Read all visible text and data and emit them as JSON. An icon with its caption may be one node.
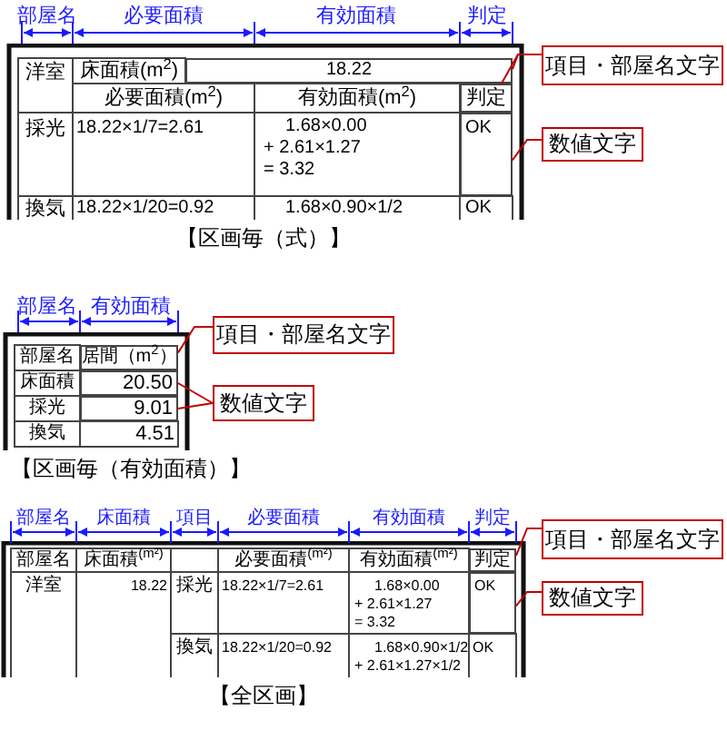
{
  "diagram": {
    "nodes": [
      {
        "text": [
          "項目・部屋名文字"
        ]
      },
      {
        "text": [
          "数値文字"
        ]
      },
      {
        "text": [
          "項目・部屋名文字"
        ]
      },
      {
        "text": [
          "数値文字"
        ]
      },
      {
        "text": [
          "項目・部屋名文字"
        ]
      },
      {
        "text": [
          "数値文字"
        ]
      },
      {
        "text": [
          "18.22"
        ]
      },
      {
        "text": [
          "判定"
        ]
      },
      {
        "text": [
          "OK"
        ]
      },
      {
        "text": [
          "居間（m$^{2}$）"
        ]
      },
      {
        "text": [
          "20.50"
        ]
      },
      {
        "text": [
          "9.01"
        ]
      },
      {
        "text": [
          "判定"
        ]
      },
      {
        "text": [
          "OK"
        ]
      }
    ],
    "edges": [
      {
        "from": 0,
        "to": 6,
        "arrow": "none"
      },
      {
        "from": 0,
        "to": 7,
        "arrow": "none"
      },
      {
        "from": 1,
        "to": 8,
        "arrow": "none"
      },
      {
        "from": 2,
        "to": 9,
        "arrow": "none"
      },
      {
        "from": 3,
        "to": 10,
        "arrow": "none"
      },
      {
        "from": 3,
        "to": 11,
        "arrow": "none"
      },
      {
        "from": 4,
        "to": 12,
        "arrow": "none"
      },
      {
        "from": 5,
        "to": 13,
        "arrow": "none"
      }
    ],
    "labels": [
      "部屋名",
      "必要面積",
      "有効面積",
      "判定",
      "洋室",
      "床面積(m$^{2}$)",
      "必要面積(m$^{2}$)",
      "有効面積(m$^{2}$)",
      "採光",
      "18.22×1/7=2.61",
      "1.68×0.00",
      "+ 2.61×1.27",
      "= 3.32",
      "換気",
      "18.22×1/20=0.92",
      "1.68×0.90×1/2",
      "OK",
      "【区画毎（式）】",
      "部屋名",
      "有効面積",
      "部屋名",
      "床面積",
      "採光",
      "換気",
      "4.51",
      "【区画毎（有効面積）】",
      "部屋名",
      "床面積",
      "項目",
      "必要面積",
      "有効面積",
      "判定",
      "部屋名",
      "床面積$^{(m²)}$",
      "必要面積$^{(m²)}$",
      "有効面積$^{(m²)}$",
      "洋室",
      "18.22",
      "採光",
      "18.22×1/7=2.61",
      "1.68×0.00",
      "+ 2.61×1.27",
      "= 3.32",
      "換気",
      "18.22×1/20=0.92",
      "1.68×0.90×1/2",
      "+ 2.61×1.27×1/2",
      "OK",
      "【全区画】"
    ]
  }
}
